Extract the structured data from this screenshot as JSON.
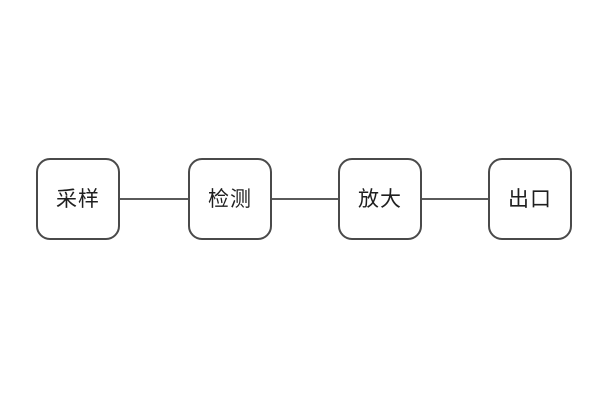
{
  "diagram": {
    "type": "flowchart",
    "direction": "left-to-right",
    "nodes": [
      {
        "id": "sampling",
        "label": "采样"
      },
      {
        "id": "detection",
        "label": "检测"
      },
      {
        "id": "amplification",
        "label": "放大"
      },
      {
        "id": "outlet",
        "label": "出口"
      }
    ],
    "connections": [
      {
        "from": "sampling",
        "to": "detection",
        "style": "plain-line"
      },
      {
        "from": "detection",
        "to": "amplification",
        "style": "plain-line"
      },
      {
        "from": "amplification",
        "to": "outlet",
        "style": "plain-line"
      }
    ],
    "colors": {
      "background": "#ffffff",
      "node_fill": "#ffffff",
      "node_border": "#4a4a4a",
      "connector_line": "#5a5a5a",
      "text": "#1f1f1f"
    }
  }
}
